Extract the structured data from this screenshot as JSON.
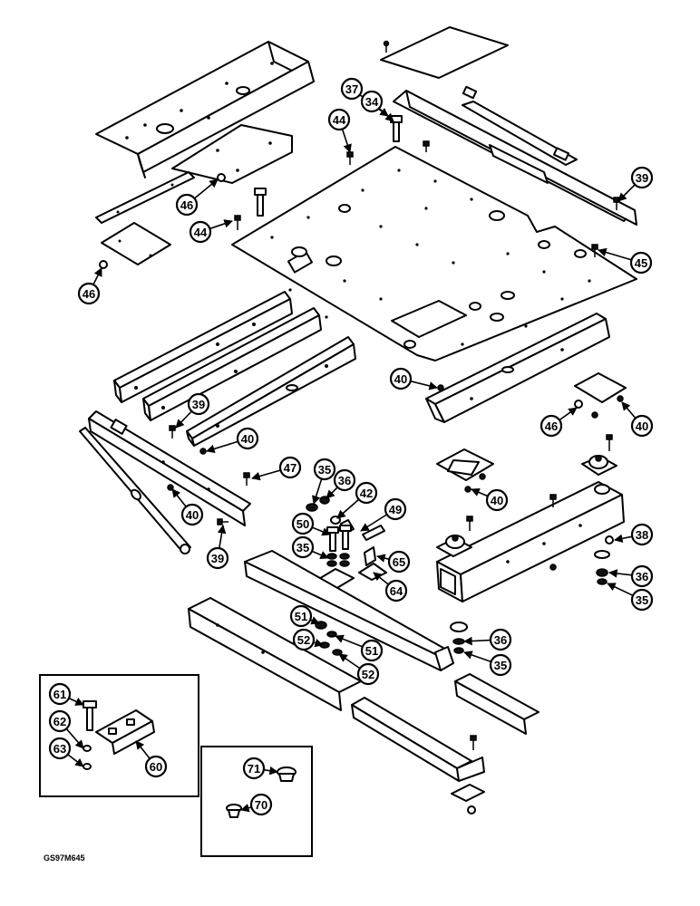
{
  "figure": {
    "reference_code": "GS97M645"
  },
  "callouts": [
    {
      "id": "c37a",
      "label": "37"
    },
    {
      "id": "c34",
      "label": "34"
    },
    {
      "id": "c44a",
      "label": "44"
    },
    {
      "id": "c39a",
      "label": "39"
    },
    {
      "id": "c46a",
      "label": "46"
    },
    {
      "id": "c44b",
      "label": "44"
    },
    {
      "id": "c45",
      "label": "45"
    },
    {
      "id": "c46b",
      "label": "46"
    },
    {
      "id": "c40a",
      "label": "40"
    },
    {
      "id": "c39b",
      "label": "39"
    },
    {
      "id": "c40b",
      "label": "40"
    },
    {
      "id": "c46c",
      "label": "46"
    },
    {
      "id": "c40c",
      "label": "40"
    },
    {
      "id": "c47",
      "label": "47"
    },
    {
      "id": "c35a",
      "label": "35"
    },
    {
      "id": "c36a",
      "label": "36"
    },
    {
      "id": "c42",
      "label": "42"
    },
    {
      "id": "c40d",
      "label": "40"
    },
    {
      "id": "c40e",
      "label": "40"
    },
    {
      "id": "c49",
      "label": "49"
    },
    {
      "id": "c50",
      "label": "50"
    },
    {
      "id": "c39c",
      "label": "39"
    },
    {
      "id": "c35b",
      "label": "35"
    },
    {
      "id": "c65",
      "label": "65"
    },
    {
      "id": "c38",
      "label": "38"
    },
    {
      "id": "c64",
      "label": "64"
    },
    {
      "id": "c36b",
      "label": "36"
    },
    {
      "id": "c35c",
      "label": "35"
    },
    {
      "id": "c51a",
      "label": "51"
    },
    {
      "id": "c52a",
      "label": "52"
    },
    {
      "id": "c51b",
      "label": "51"
    },
    {
      "id": "c52b",
      "label": "52"
    },
    {
      "id": "c36c",
      "label": "36"
    },
    {
      "id": "c35d",
      "label": "35"
    },
    {
      "id": "c61",
      "label": "61"
    },
    {
      "id": "c62",
      "label": "62"
    },
    {
      "id": "c60",
      "label": "60"
    },
    {
      "id": "c63",
      "label": "63"
    },
    {
      "id": "c71",
      "label": "71"
    },
    {
      "id": "c70",
      "label": "70"
    }
  ]
}
